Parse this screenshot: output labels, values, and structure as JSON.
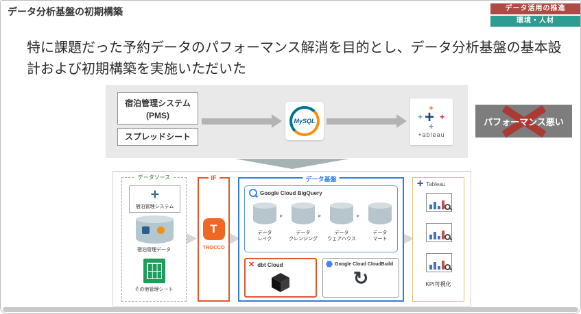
{
  "meta": {
    "title": "データ分析基盤の初期構築"
  },
  "badges": [
    {
      "label": "データ活用の推進",
      "bg": "#b04a44"
    },
    {
      "label": "環境・人材",
      "bg": "#2d9d92"
    }
  ],
  "lead": {
    "text": "特に課題だった予約データのパフォーマンス解消を目的とし、データ分析基盤の基本設計および初期構築を実施いただいた"
  },
  "flow": {
    "source_box_1": "宿泊管理システム\n(PMS)",
    "source_box_2": "スプレッドシート",
    "mysql_label": "MySQL",
    "tableau_word": "+ableau",
    "problem_label": "パフォーマンス悪い"
  },
  "arch": {
    "datasource": {
      "title": "データソース",
      "item1": "宿泊管理システム",
      "item2": "宿泊管理データ",
      "item3": "その他管理シート"
    },
    "if_section": {
      "title": "IF",
      "tool": "TROCCO"
    },
    "platform": {
      "title": "データ基盤",
      "bigquery_label": "Google Cloud BigQuery",
      "stages": [
        {
          "label": "データ\nレイク"
        },
        {
          "label": "データ\nクレンジング"
        },
        {
          "label": "データ\nウェアハウス"
        },
        {
          "label": "データ\nマート"
        }
      ],
      "dbt_label": "dbt Cloud",
      "cloudbuild_label": "Google Cloud CloudBuild"
    },
    "tableau": {
      "title": "Tableau",
      "kpi": "KPI可視化"
    }
  },
  "colors": {
    "badge_red": "#b04a44",
    "badge_teal": "#2d9d92",
    "if_border": "#e2552d",
    "platform_border": "#2f7ddc",
    "tableau_border": "#d9c878",
    "trocco_orange": "#f26722",
    "problem_gray": "#7d7d7d",
    "problem_x_red": "#ab3a35"
  }
}
